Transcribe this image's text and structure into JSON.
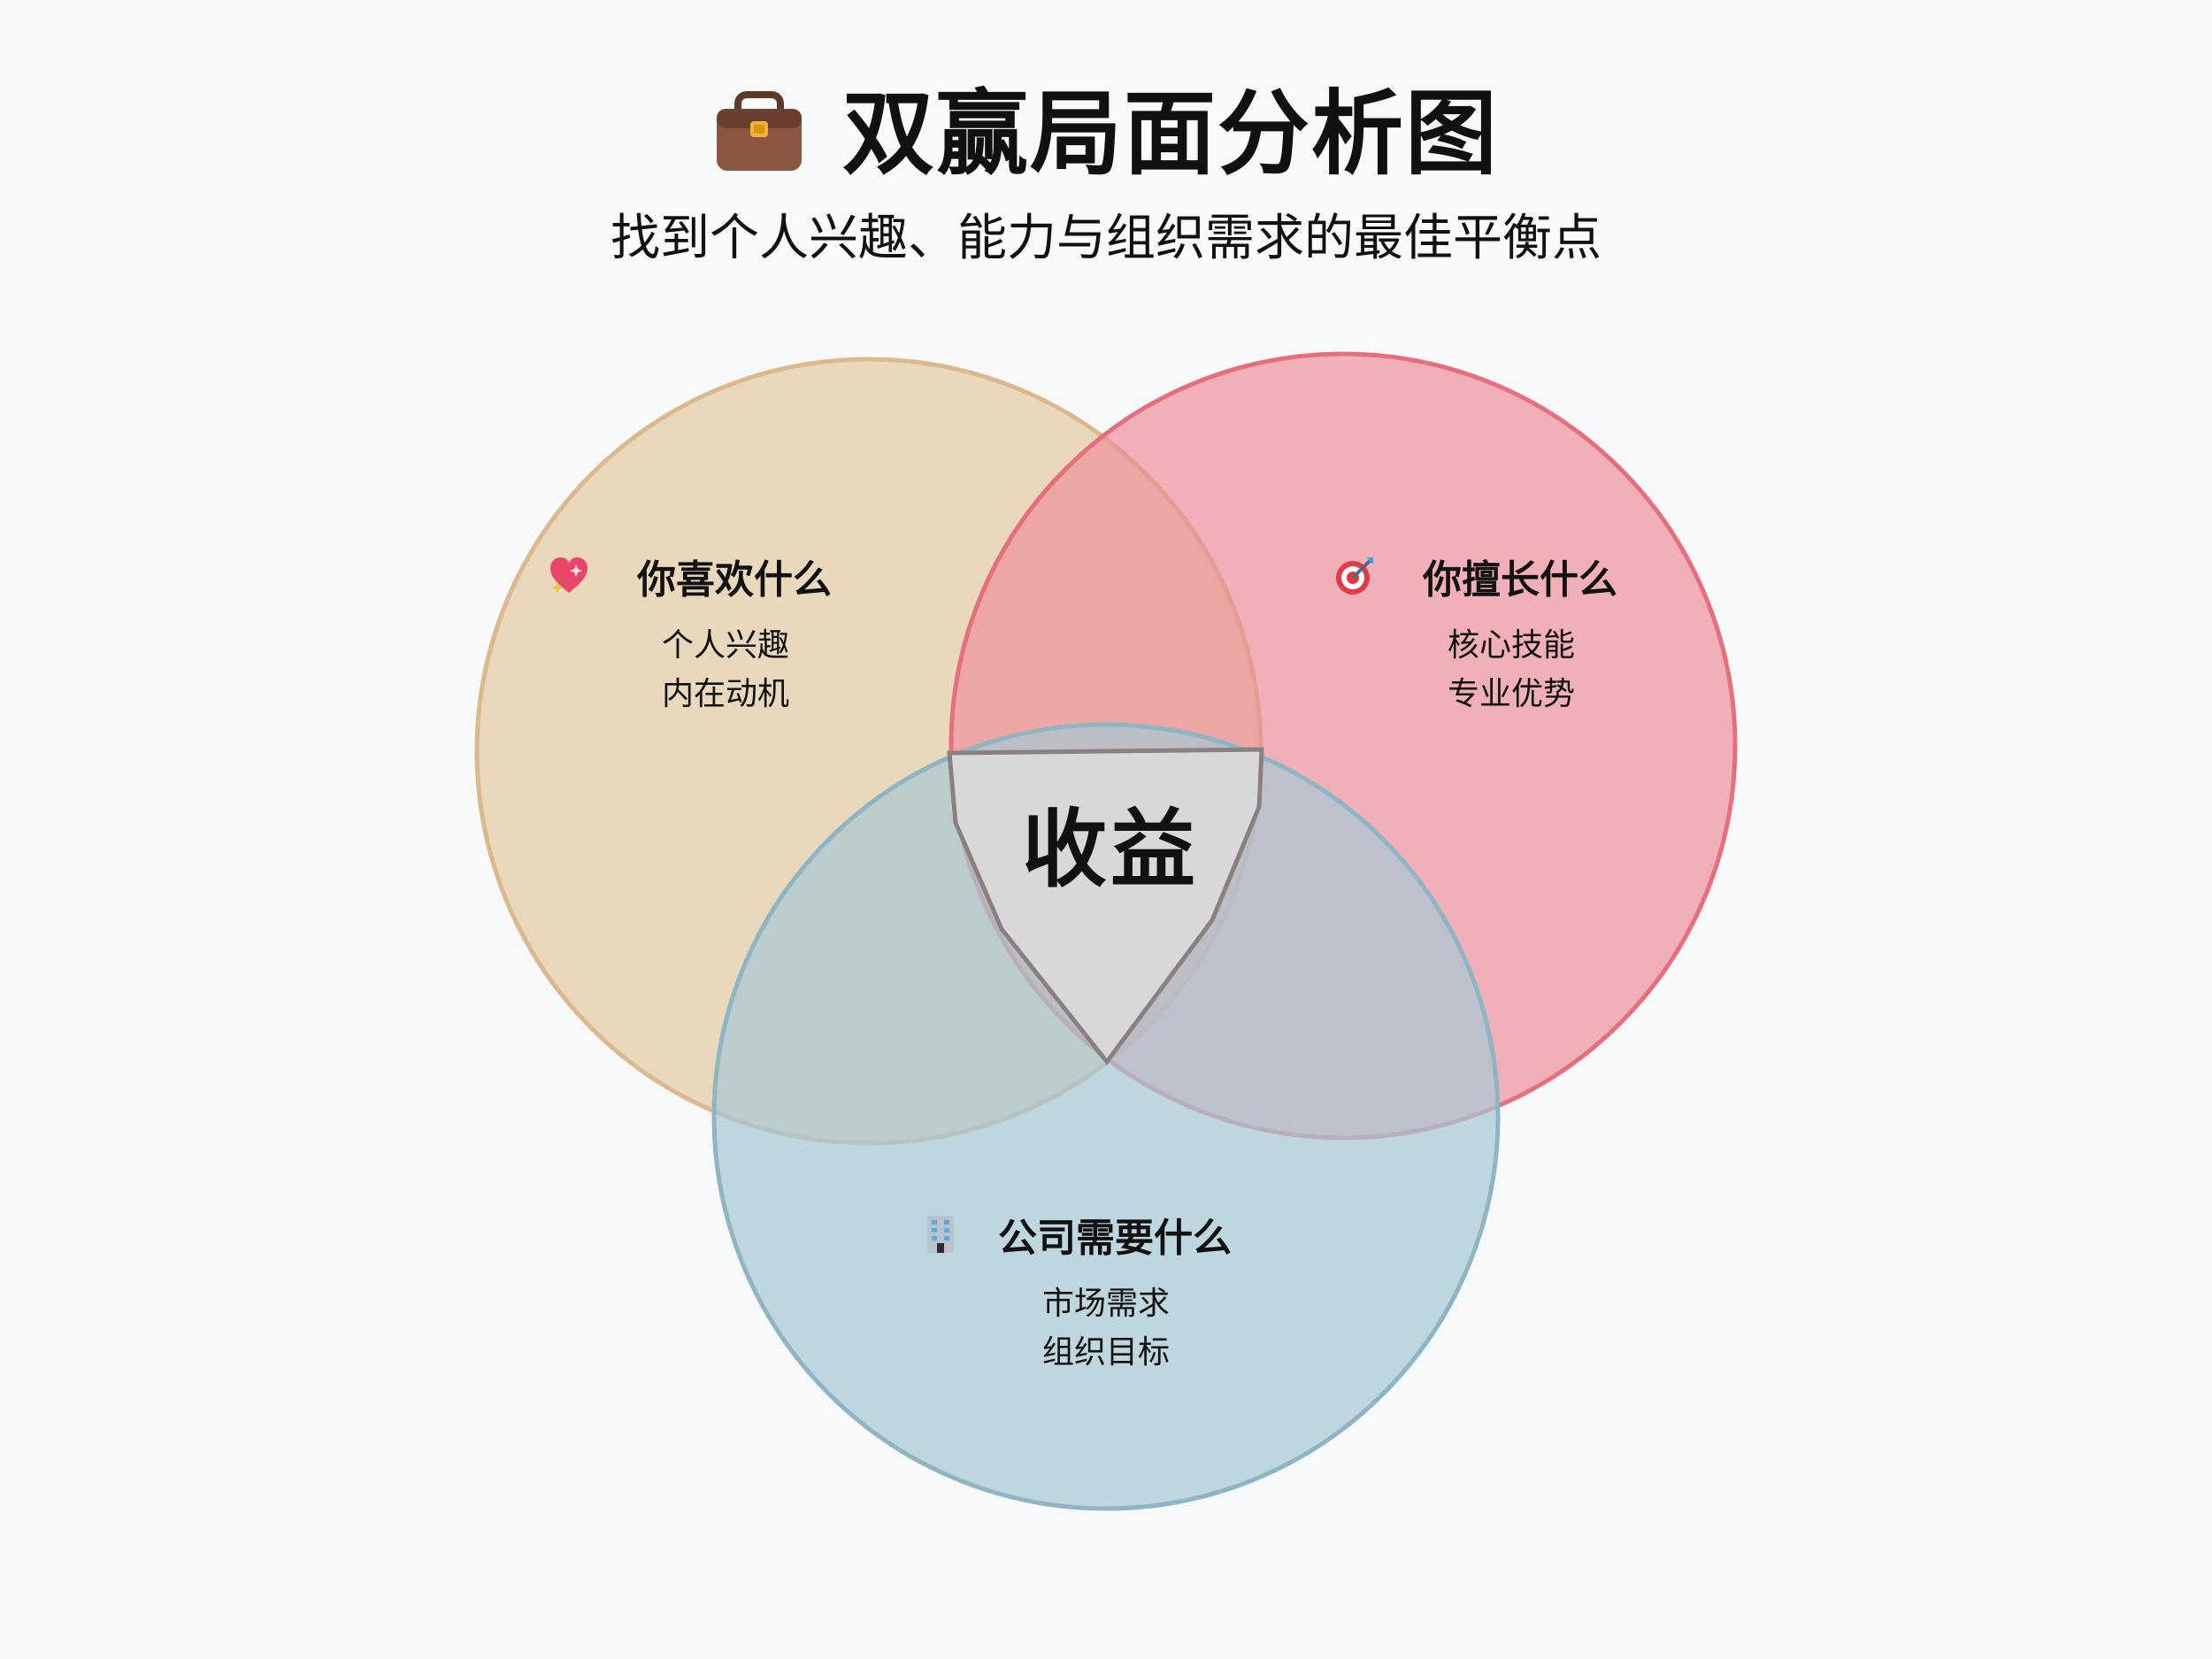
{
  "header": {
    "title": "双赢局面分析图",
    "title_icon": "briefcase-icon",
    "subtitle": "找到个人兴趣、能力与组织需求的最佳平衡点"
  },
  "diagram": {
    "center_label": "收益",
    "circles": [
      {
        "id": "interest",
        "title": "你喜欢什么",
        "icon": "sparkling-heart-icon",
        "items": [
          "个人兴趣",
          "内在动机"
        ],
        "fill": "#e3cba3",
        "stroke": "#dbb98c"
      },
      {
        "id": "ability",
        "title": "你擅长什么",
        "icon": "target-icon",
        "items": [
          "核心技能",
          "专业优势"
        ],
        "fill": "#ee8d98",
        "stroke": "#e66f7e"
      },
      {
        "id": "company",
        "title": "公司需要什么",
        "icon": "office-building-icon",
        "items": [
          "市场需求",
          "组织目标"
        ],
        "fill": "#a7c7d3",
        "stroke": "#8fb4c3"
      }
    ]
  }
}
